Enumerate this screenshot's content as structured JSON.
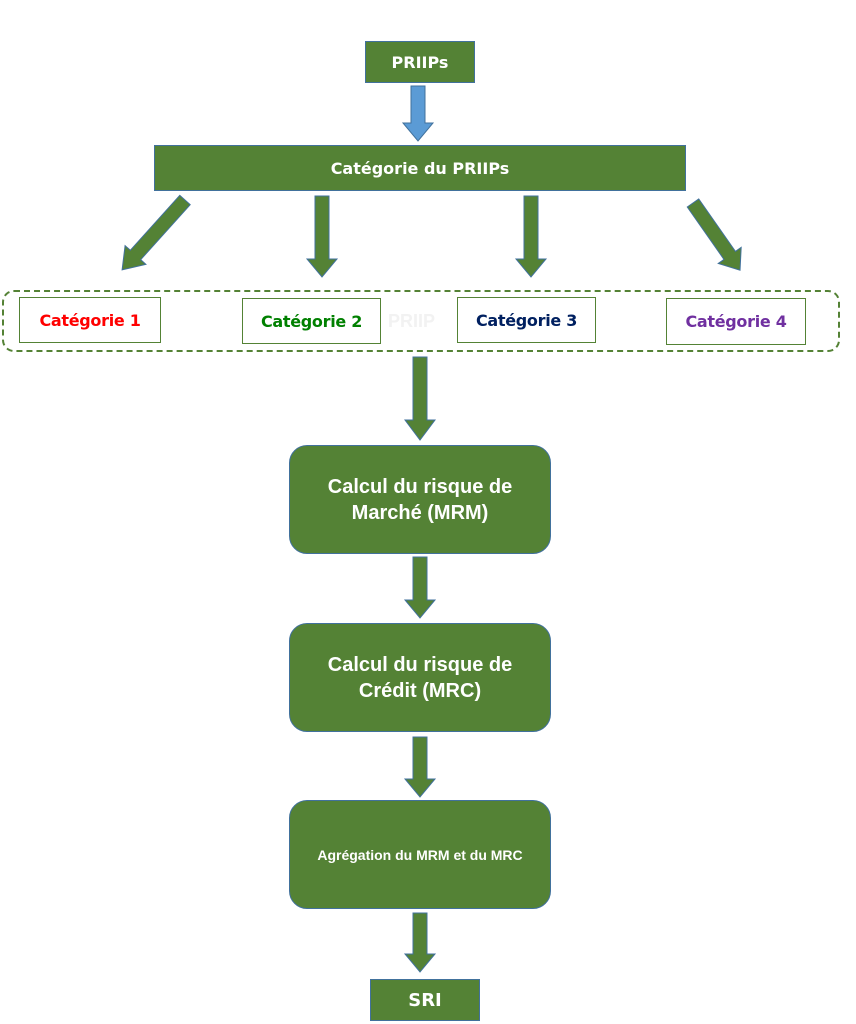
{
  "diagram": {
    "top": "PRIIPs",
    "category_header": "Catégorie du PRIIPs",
    "categories": [
      {
        "label": "Catégorie 1",
        "color": "#ff0000"
      },
      {
        "label": "Catégorie 2",
        "color": "#008000"
      },
      {
        "label": "Catégorie 3",
        "color": "#002060"
      },
      {
        "label": "Catégorie 4",
        "color": "#7030a0"
      }
    ],
    "ghost_text": "PRIIP",
    "steps": [
      "Calcul du risque de Marché (MRM)",
      "Calcul du risque de Crédit (MRC)",
      "Agrégation du MRM et du MRC"
    ],
    "result": "SRI"
  },
  "colors": {
    "box_fill": "#548235",
    "box_border": "#41719c",
    "first_arrow": "#5b9bd5"
  }
}
